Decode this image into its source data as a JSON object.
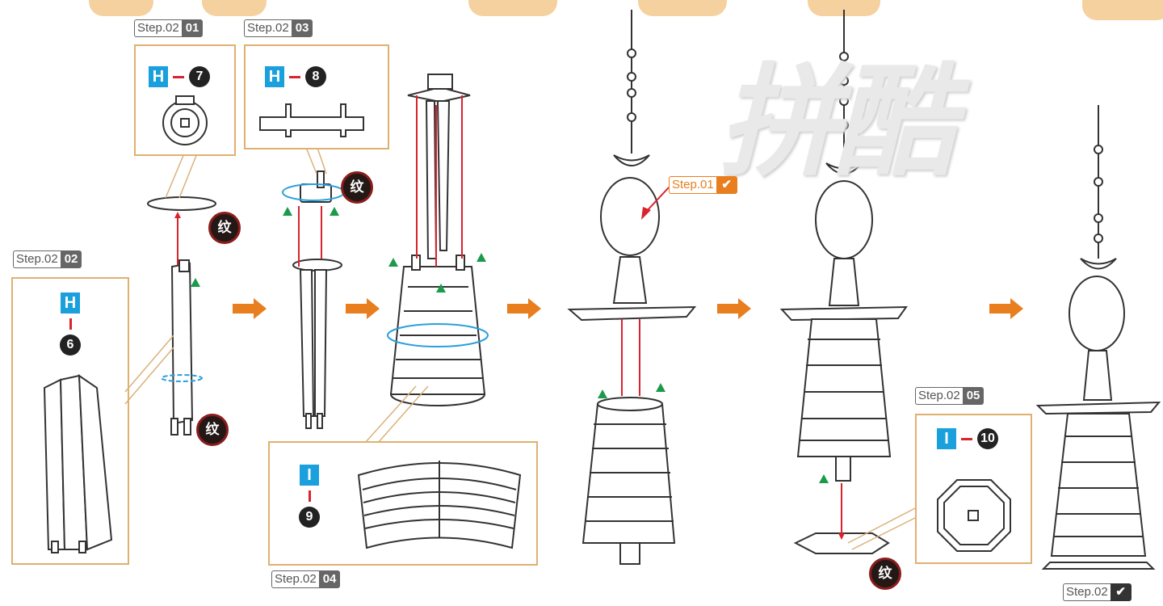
{
  "watermark": "拼酷",
  "badges": [
    {
      "id": "b0201",
      "left": "Step.02",
      "right": "01"
    },
    {
      "id": "b0203",
      "left": "Step.02",
      "right": "03"
    },
    {
      "id": "b0202",
      "left": "Step.02",
      "right": "02"
    },
    {
      "id": "b0204",
      "left": "Step.02",
      "right": "04"
    },
    {
      "id": "b0205",
      "left": "Step.02",
      "right": "05"
    },
    {
      "id": "b01",
      "left": "Step.01",
      "right": "✔"
    },
    {
      "id": "b02done",
      "left": "Step.02",
      "right": "✔"
    }
  ],
  "codes": {
    "c1": {
      "letter": "H",
      "num": "7"
    },
    "c3": {
      "letter": "H",
      "num": "8"
    },
    "c2": {
      "letter": "H",
      "num": "6"
    },
    "c4": {
      "letter": "I",
      "num": "9"
    },
    "c5": {
      "letter": "I",
      "num": "10"
    }
  },
  "texture_label": "纹",
  "colors": {
    "accent": "#e87e1e",
    "part_letter": "#1aa0dc",
    "arrow": "#d9232d",
    "marker": "#1a9a4a",
    "box_border": "#e0b070"
  },
  "icons": [
    "right-arrow-icon",
    "check-icon",
    "up-triangle-icon",
    "rotate-icon"
  ]
}
